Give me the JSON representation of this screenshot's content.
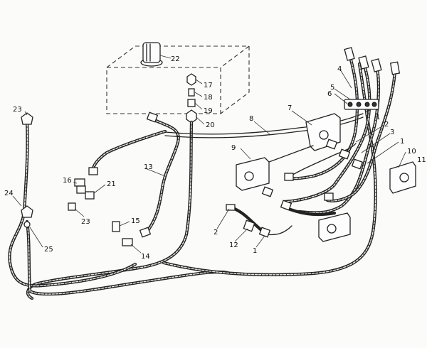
{
  "callouts": [
    {
      "id": "c1a",
      "text": "1"
    },
    {
      "id": "c1b",
      "text": "1"
    },
    {
      "id": "c1c",
      "text": "1"
    },
    {
      "id": "c2a",
      "text": "2"
    },
    {
      "id": "c2b",
      "text": "2"
    },
    {
      "id": "c3",
      "text": "3"
    },
    {
      "id": "c4",
      "text": "4"
    },
    {
      "id": "c5",
      "text": "5"
    },
    {
      "id": "c6",
      "text": "6"
    },
    {
      "id": "c7",
      "text": "7"
    },
    {
      "id": "c8",
      "text": "8"
    },
    {
      "id": "c9",
      "text": "9"
    },
    {
      "id": "c10",
      "text": "10"
    },
    {
      "id": "c11",
      "text": "11"
    },
    {
      "id": "c12",
      "text": "12"
    },
    {
      "id": "c13",
      "text": "13"
    },
    {
      "id": "c14",
      "text": "14"
    },
    {
      "id": "c15",
      "text": "15"
    },
    {
      "id": "c16",
      "text": "16"
    },
    {
      "id": "c17",
      "text": "17"
    },
    {
      "id": "c18",
      "text": "18"
    },
    {
      "id": "c19",
      "text": "19"
    },
    {
      "id": "c20",
      "text": "20"
    },
    {
      "id": "c21",
      "text": "21"
    },
    {
      "id": "c22",
      "text": "22"
    },
    {
      "id": "c23a",
      "text": "23"
    },
    {
      "id": "c23b",
      "text": "23"
    },
    {
      "id": "c24",
      "text": "24"
    },
    {
      "id": "c25",
      "text": "25"
    }
  ]
}
